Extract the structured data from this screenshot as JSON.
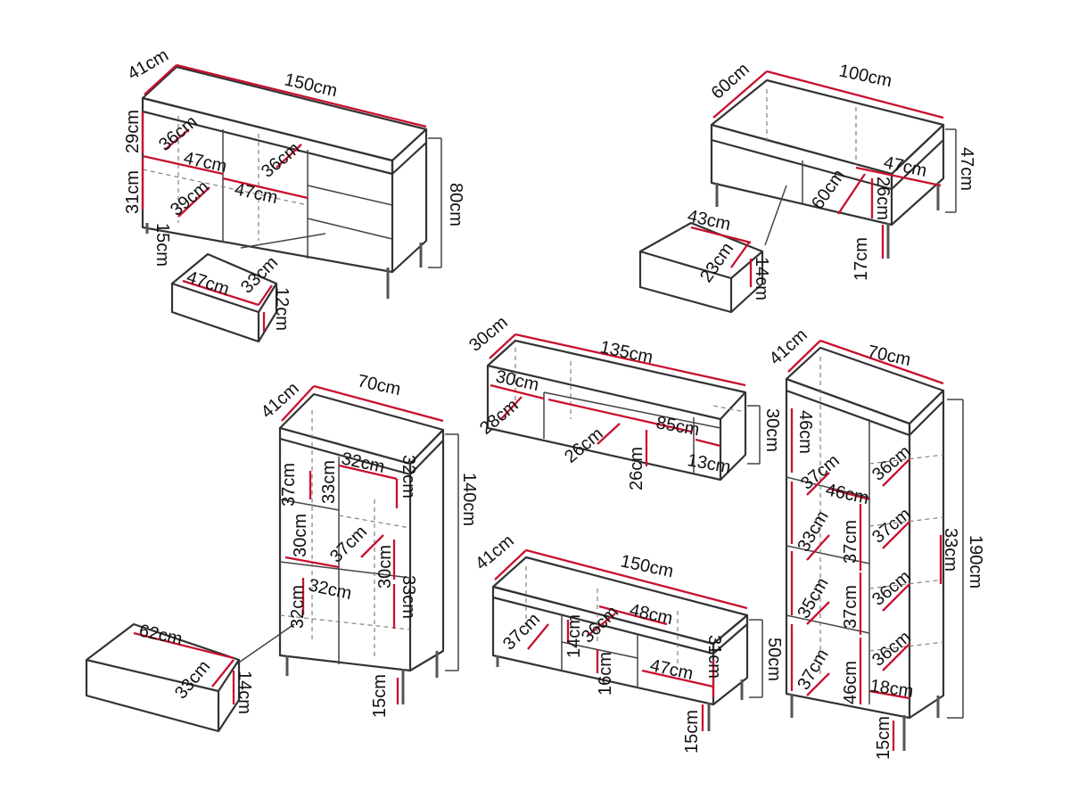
{
  "sideboard": {
    "depth": "41cm",
    "width": "150cm",
    "height": "80cm",
    "shelf_h_top": "29cm",
    "shelf_h_bottom": "31cm",
    "comp_depth_a": "36cm",
    "comp_width_a": "47cm",
    "comp_depth_b": "36cm",
    "comp_width_b": "47cm",
    "comp_depth_c": "39cm",
    "leg_h": "15cm",
    "drawer_w": "47cm",
    "drawer_d": "33cm",
    "drawer_h": "12cm"
  },
  "coffee_table": {
    "depth": "60cm",
    "width": "100cm",
    "height": "47cm",
    "comp_w": "47cm",
    "comp_d": "60cm",
    "comp_h": "26cm",
    "leg_h": "17cm",
    "drawer_w": "43cm",
    "drawer_d": "23cm",
    "drawer_h": "14cm"
  },
  "hanging_cabinet": {
    "depth": "30cm",
    "width": "135cm",
    "height": "30cm",
    "left_w": "30cm",
    "left_d": "28cm",
    "mid_d": "26cm",
    "mid_h": "26cm",
    "flap_w": "85cm",
    "right_w": "13cm"
  },
  "tv_stand": {
    "depth": "41cm",
    "width": "150cm",
    "height": "50cm",
    "comp_l": "37cm",
    "flap_h": "14cm",
    "comp_mid_d": "36cm",
    "comp_mid_w": "48cm",
    "comp_mid_h": "16cm",
    "comp_r_w": "47cm",
    "comp_r_h": "31cm",
    "leg_h": "15cm"
  },
  "highboard": {
    "depth": "41cm",
    "width": "70cm",
    "height": "140cm",
    "comp_a_h": "37cm",
    "comp_a_w": "33cm",
    "comp_b_w": "32cm",
    "comp_b_h": "32cm",
    "comp_c_h": "30cm",
    "comp_c_d": "37cm",
    "comp_c_h2": "30cm",
    "comp_d_w": "32cm",
    "comp_d_h": "33cm",
    "comp_e_h": "32cm",
    "leg_h": "15cm",
    "drawer_w": "62cm",
    "drawer_d": "33cm",
    "drawer_h": "14cm"
  },
  "tall_cabinet": {
    "depth": "41cm",
    "width": "70cm",
    "height": "190cm",
    "shelf_a_h": "46cm",
    "shelf_a_d": "37cm",
    "shelf_a_w": "46cm",
    "right_a_d": "36cm",
    "right_b_d": "37cm",
    "right_c_d": "36cm",
    "right_d_d": "36cm",
    "right_h": "33cm",
    "left_b_h": "33cm",
    "left_b_d": "37cm",
    "left_c_h": "35cm",
    "left_c_d": "37cm",
    "left_d_h": "37cm",
    "left_d_d": "46cm",
    "bottom_w": "18cm",
    "leg_h": "15cm"
  }
}
